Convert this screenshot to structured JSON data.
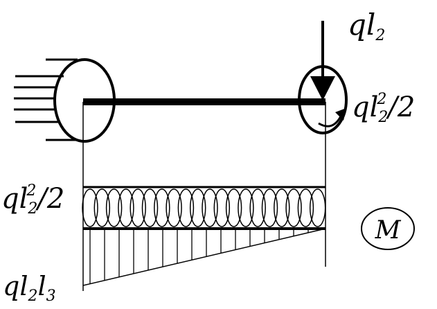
{
  "labels": {
    "force": {
      "main": "ql",
      "sub": "2"
    },
    "moment_right": {
      "main": "ql",
      "sup": "2",
      "sub": "2",
      "tail": "/2"
    },
    "moment_left": {
      "main": "ql",
      "sup": "2",
      "sub": "2",
      "tail": "/2"
    },
    "bottom": {
      "a": "ql",
      "a_sub": "2",
      "b": "l",
      "b_sub": "3"
    },
    "diagram_tag": "M"
  },
  "colors": {
    "ink": "#000000",
    "paper": "#ffffff"
  }
}
